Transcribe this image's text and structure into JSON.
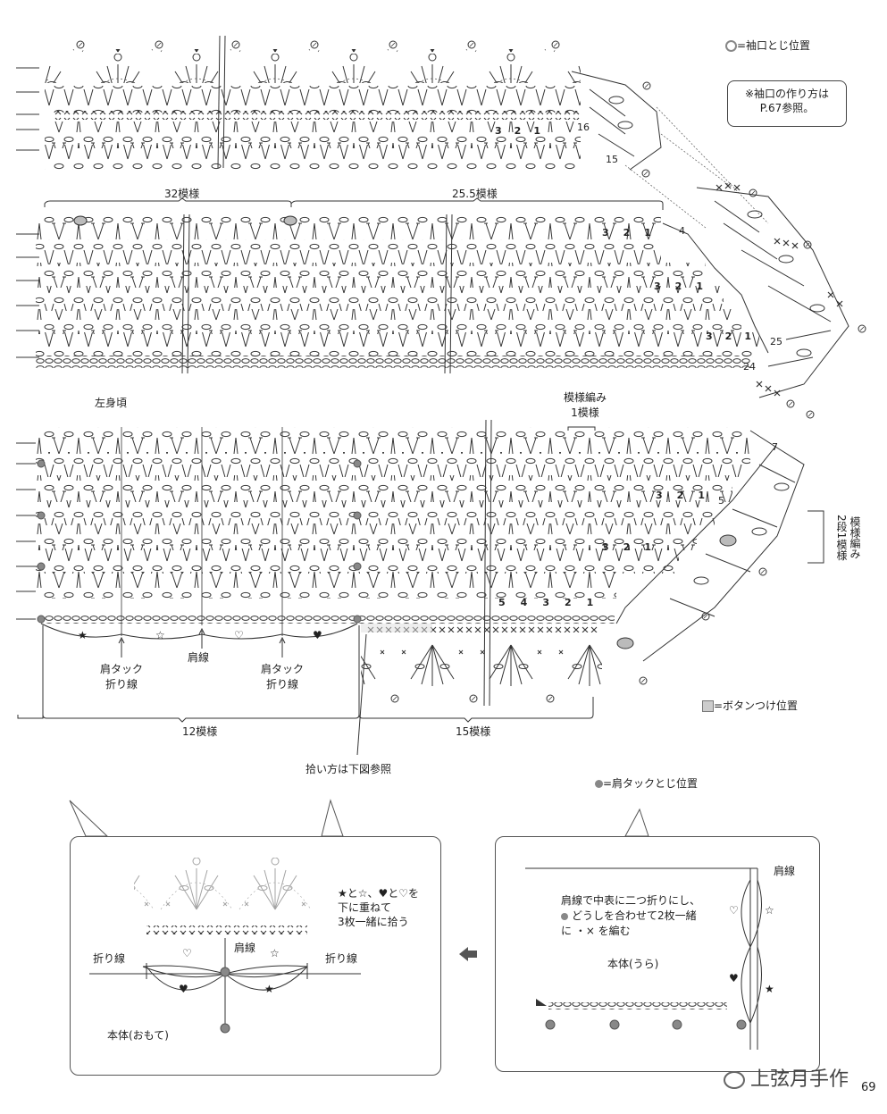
{
  "legend": {
    "sleeve_marker": "=袖口とじ位置",
    "button_marker": "=ボタンつけ位置",
    "tuck_marker": "=肩タックとじ位置"
  },
  "sleeve_note": {
    "line1": "※袖口の作り方は",
    "line2": "P.67参照。"
  },
  "top_section": {
    "label_left": "32模様",
    "label_right": "25.5模様",
    "row_numbers_a": [
      "3",
      "2",
      "1"
    ],
    "row_numbers_b": [
      "3",
      "2",
      "1"
    ],
    "row_numbers_c": [
      "3",
      "2",
      "1"
    ],
    "row_numbers_d": [
      "3",
      "2",
      "1"
    ],
    "edge_numbers": [
      "16",
      "15",
      "4",
      "25",
      "24",
      "7",
      "5"
    ]
  },
  "middle_section": {
    "part_label": "左身頃",
    "pattern_label_line1": "模様編み",
    "pattern_label_line2": "1模様",
    "side_label": "2段1模様",
    "side_label_prefix": "模様編み",
    "row_numbers_e": [
      "3",
      "2",
      "1"
    ],
    "row_numbers_f": [
      "3",
      "2",
      "1"
    ],
    "row_numbers_g": [
      "5",
      "4",
      "3",
      "2",
      "1"
    ]
  },
  "bottom_labels": {
    "shoulder_tuck_1_line1": "肩タック",
    "shoulder_tuck_1_line2": "折り線",
    "shoulder_line": "肩線",
    "shoulder_tuck_2_line1": "肩タック",
    "shoulder_tuck_2_line2": "折り線",
    "count_left": "12模様",
    "count_right": "15模様",
    "pickup_note": "拾い方は下図参照",
    "symbols": [
      "★",
      "☆",
      "♡",
      "♥"
    ]
  },
  "left_panel": {
    "note_line1": "★と☆、♥と♡を",
    "note_line2": "下に重ねて",
    "note_line3": "3枚一緒に拾う",
    "fold_left": "折り線",
    "shoulder": "肩線",
    "fold_right": "折り線",
    "body_label": "本体(おもて)"
  },
  "right_panel": {
    "shoulder": "肩線",
    "note_line1": "肩線で中表に二つ折りにし、",
    "note_line2": "どうしを合わせて2枚一緒",
    "note_line3": "に ・× を編む",
    "body_label": "本体(うら)"
  },
  "watermark": "上弦月手作",
  "page_number": "69",
  "colors": {
    "line": "#333333",
    "marker_gray": "#888888",
    "text": "#222222"
  }
}
